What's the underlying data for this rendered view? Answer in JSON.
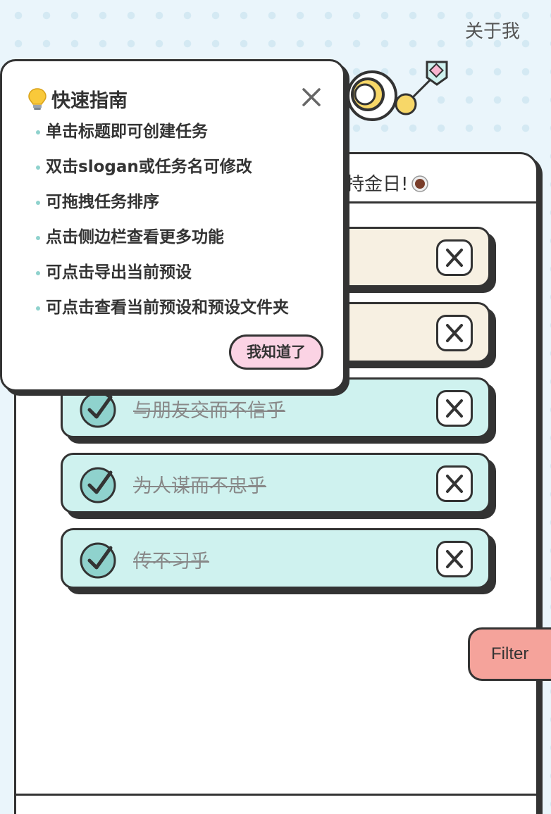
{
  "header": {
    "about_label": "关于我"
  },
  "slogan": {
    "text": "持金日!"
  },
  "tasks": [
    {
      "name": "",
      "done": false
    },
    {
      "name": "",
      "done": false
    },
    {
      "name": "与朋友交而不信乎",
      "done": true
    },
    {
      "name": "为人谋而不忠乎",
      "done": true
    },
    {
      "name": "传不习乎",
      "done": true
    }
  ],
  "filter": {
    "label": "Filter"
  },
  "guide": {
    "title": "快速指南",
    "items": [
      "单击标题即可创建任务",
      "双击slogan或任务名可修改",
      "可拖拽任务排序",
      "点击侧边栏查看更多功能",
      "可点击导出当前预设",
      "可点击查看当前预设和预设文件夹"
    ],
    "confirm_label": "我知道了"
  },
  "colors": {
    "background": "#eaf5fb",
    "task_pending": "#f7f0e2",
    "task_done": "#cff2ef",
    "check_fill": "#8fd2cd",
    "filter_button": "#f5a39b",
    "confirm_button": "#fbd3e4",
    "outline": "#333333"
  },
  "icons": {
    "guide": "lightbulb-icon",
    "close": "close-icon",
    "check": "checkmark-circle-icon",
    "delete": "x-box-icon",
    "slogan": "coffee-cup-icon"
  }
}
